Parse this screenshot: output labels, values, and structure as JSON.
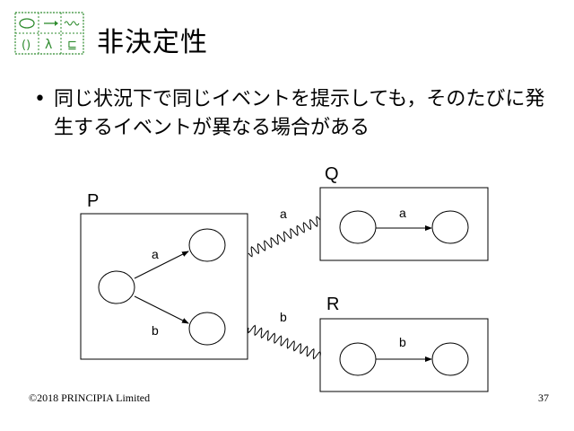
{
  "slide": {
    "logo_text": "○ → ~ () λ ⊑",
    "title": "非決定性",
    "bullet_marker": "•",
    "bullet_text": "同じ状況下で同じイベントを提示しても，そのたびに発生するイベントが異なる場合がある"
  },
  "diagram": {
    "process_p": {
      "label": "P",
      "edge_top": "a",
      "edge_bottom": "b"
    },
    "process_q": {
      "label": "Q",
      "edge": "a"
    },
    "process_r": {
      "label": "R",
      "edge": "b"
    },
    "link_to_q": "a",
    "link_to_r": "b"
  },
  "footer": {
    "copyright": "©2018 PRINCIPIA Limited",
    "page_number": "37"
  },
  "colors": {
    "logo_green": "#2e8b2e"
  }
}
